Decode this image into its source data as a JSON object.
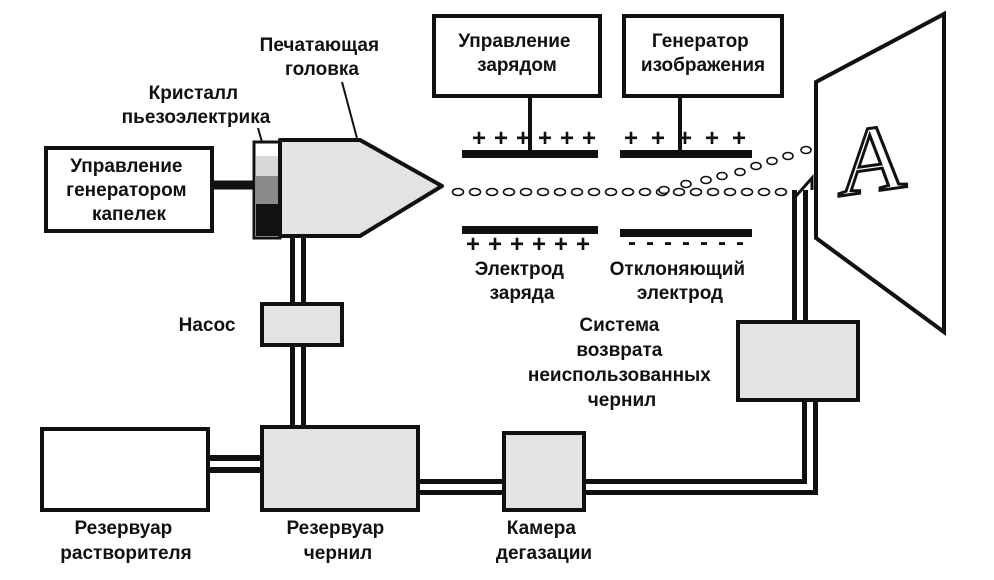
{
  "labels": {
    "drop_gen_control": [
      "Управление",
      "генератором",
      "капелек"
    ],
    "piezo_crystal": [
      "Кристалл",
      "пьезоэлектрика"
    ],
    "print_head": [
      "Печатающая",
      "головка"
    ],
    "charge_control": [
      "Управление",
      "зарядом"
    ],
    "image_generator": [
      "Генератор",
      "изображения"
    ],
    "charge_electrode": [
      "Электрод",
      "заряда"
    ],
    "deflecting_electrode": [
      "Отклоняющий",
      "электрод"
    ],
    "pump": "Насос",
    "ink_return": [
      "Система",
      "возврата",
      "неиспользованных",
      "чернил"
    ],
    "solvent_reservoir": [
      "Резервуар",
      "растворителя"
    ],
    "ink_reservoir": [
      "Резервуар",
      "чернил"
    ],
    "degassing_chamber": [
      "Камера",
      "дегазации"
    ]
  },
  "signs": {
    "charge_top": "+ + + + + +",
    "charge_bottom": "+ + + + + +",
    "deflect_top": "+ + + + +",
    "deflect_bottom": "- - - - - - -"
  },
  "printed_character": "A",
  "colors": {
    "stroke": "#111111",
    "box_fill": "#e3e3e3",
    "crystal_light": "#d8d8d8",
    "crystal_mid": "#8a8a8a",
    "crystal_dark": "#111111"
  }
}
